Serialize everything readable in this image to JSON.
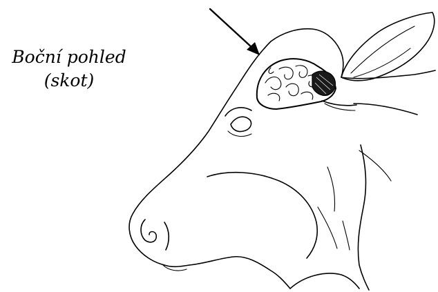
{
  "caption": {
    "line1": "Boční pohled",
    "line2": "(skot)"
  },
  "illustration": {
    "subject": "cattle-head-side-view",
    "highlight": "brain",
    "pointer": "arrow"
  },
  "colors": {
    "ink": "#000000",
    "background": "#ffffff"
  }
}
